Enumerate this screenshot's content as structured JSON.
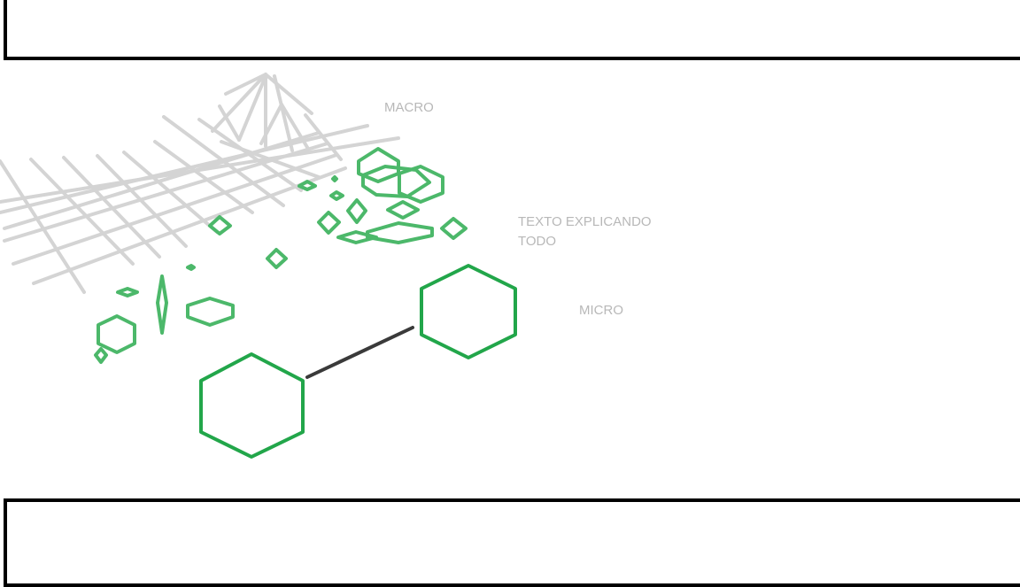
{
  "labels": {
    "macro": "MACRO",
    "texto": "TEXTO EXPLICANDO TODO",
    "micro": "MICRO"
  },
  "colors": {
    "grid": "#d4d4d4",
    "hex_small": "#4cb86a",
    "hex_large": "#22a64a",
    "connector": "#3a3a3a",
    "label": "#b8b8b8",
    "frame": "#000000"
  }
}
